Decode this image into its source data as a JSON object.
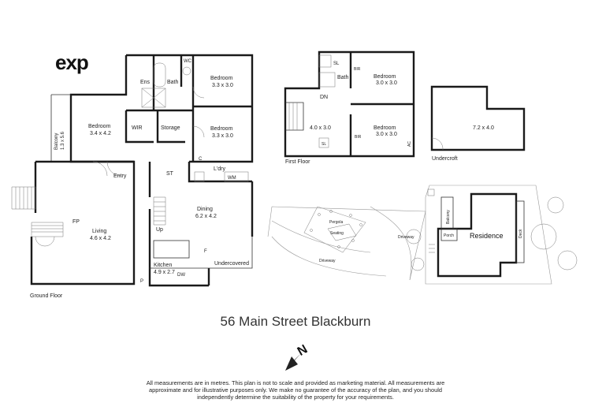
{
  "brand": {
    "logo_text": "exp"
  },
  "address": "56 Main Street Blackburn",
  "north_label": "N",
  "disclaimer": "All measurements are in metres. This plan is not to scale and provided as marketing material. All measurements are approximate and for illustrative purposes only. We make no guarantee of the accuracy of the plan, and you should independently determine the suitability of the property for your requirements.",
  "ground_floor": {
    "title": "Ground Floor",
    "rooms": {
      "ens": "Ens",
      "bath": "Bath",
      "wc": "WC",
      "bed1": {
        "name": "Bedroom",
        "size": "3.3 x 3.0"
      },
      "bed2": {
        "name": "Bedroom",
        "size": "3.4 x 4.2"
      },
      "bed3": {
        "name": "Bedroom",
        "size": "3.3 x 3.0"
      },
      "wir": "WIR",
      "storage": "Storage",
      "balcony": {
        "name": "Balcony",
        "size": "1.3 x 5.6"
      },
      "entry": "Entry",
      "st": "ST",
      "c": "C",
      "ldry": "L'dry",
      "wm": "WM",
      "living": {
        "name": "Living",
        "size": "4.6 x 4.2"
      },
      "fp": "FP",
      "dining": {
        "name": "Dining",
        "size": "6.2 x 4.2"
      },
      "up": "Up",
      "f": "F",
      "kitchen": {
        "name": "Kitchen",
        "size": "4.9 x 2.7"
      },
      "p": "P",
      "dw": "DW",
      "undercovered": "Undercovered"
    }
  },
  "first_floor": {
    "title": "First Floor",
    "rooms": {
      "sl1": "SL",
      "bath": "Bath",
      "bir1": "BIR",
      "bed1": {
        "name": "Bedroom",
        "size": "3.0 x 3.0"
      },
      "dn": "DN",
      "room": {
        "size": "4.0 x 3.0"
      },
      "sl2": "SL",
      "bir2": "BIR",
      "bed2": {
        "name": "Bedroom",
        "size": "3.0 x 3.0"
      },
      "ac": "AC"
    }
  },
  "undercroft": {
    "title": "Undercroft",
    "size": "7.2 x 4.0"
  },
  "site_plan": {
    "pergola": "Pergola",
    "seating": "Seating",
    "driveway1": "Driveway",
    "driveway2": "Driveway",
    "balcony": "Balcony",
    "porch": "Porch",
    "residence": "Residence",
    "deck": "Deck"
  }
}
